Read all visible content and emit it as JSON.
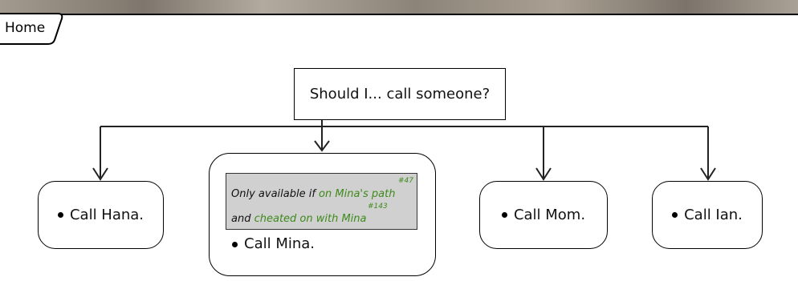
{
  "nav": {
    "home_label": "Home"
  },
  "question": "Should I... call someone?",
  "choices": {
    "hana": "Call Hana.",
    "mina": "Call Mina.",
    "mom": "Call Mom.",
    "ian": "Call Ian."
  },
  "mina_condition": {
    "prefix1": "Only available if ",
    "link1": "on Mina's path",
    "ref1": "#47",
    "prefix2": "and ",
    "link2": "cheated on with Mina",
    "ref2": "#143"
  },
  "colors": {
    "link_green": "#3d8a1a",
    "condition_bg": "#d0d0d0"
  }
}
